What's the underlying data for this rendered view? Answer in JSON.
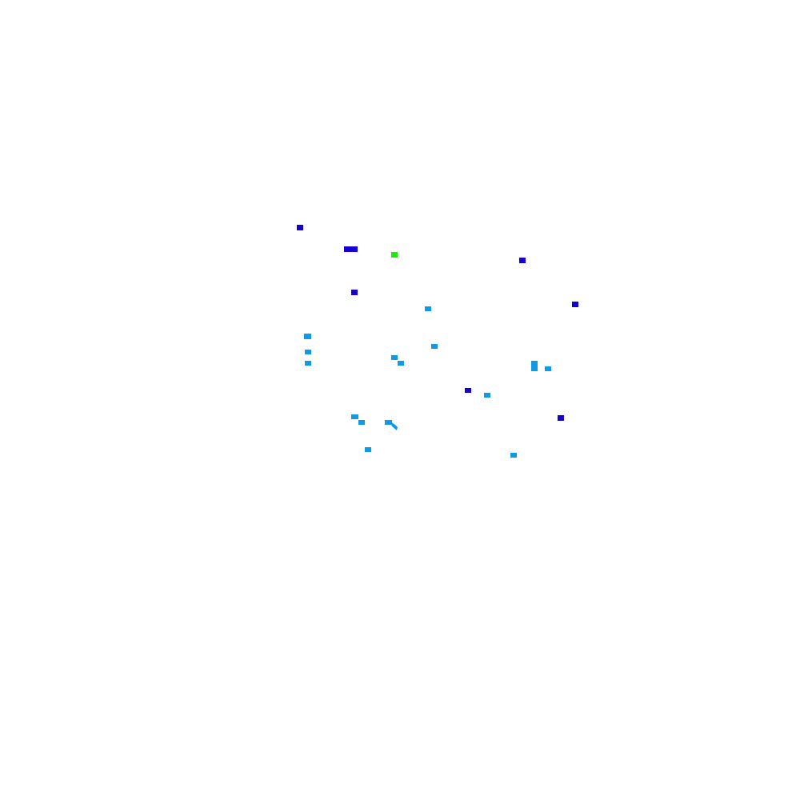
{
  "palette": {
    "background": "#ffffff",
    "navy": "#1500d1",
    "sky": "#0f9ae6",
    "green": "#15ef00"
  },
  "legend": {
    "navy": "dark-blue-blip",
    "sky": "light-blue-blip",
    "green": "green-blip"
  }
}
